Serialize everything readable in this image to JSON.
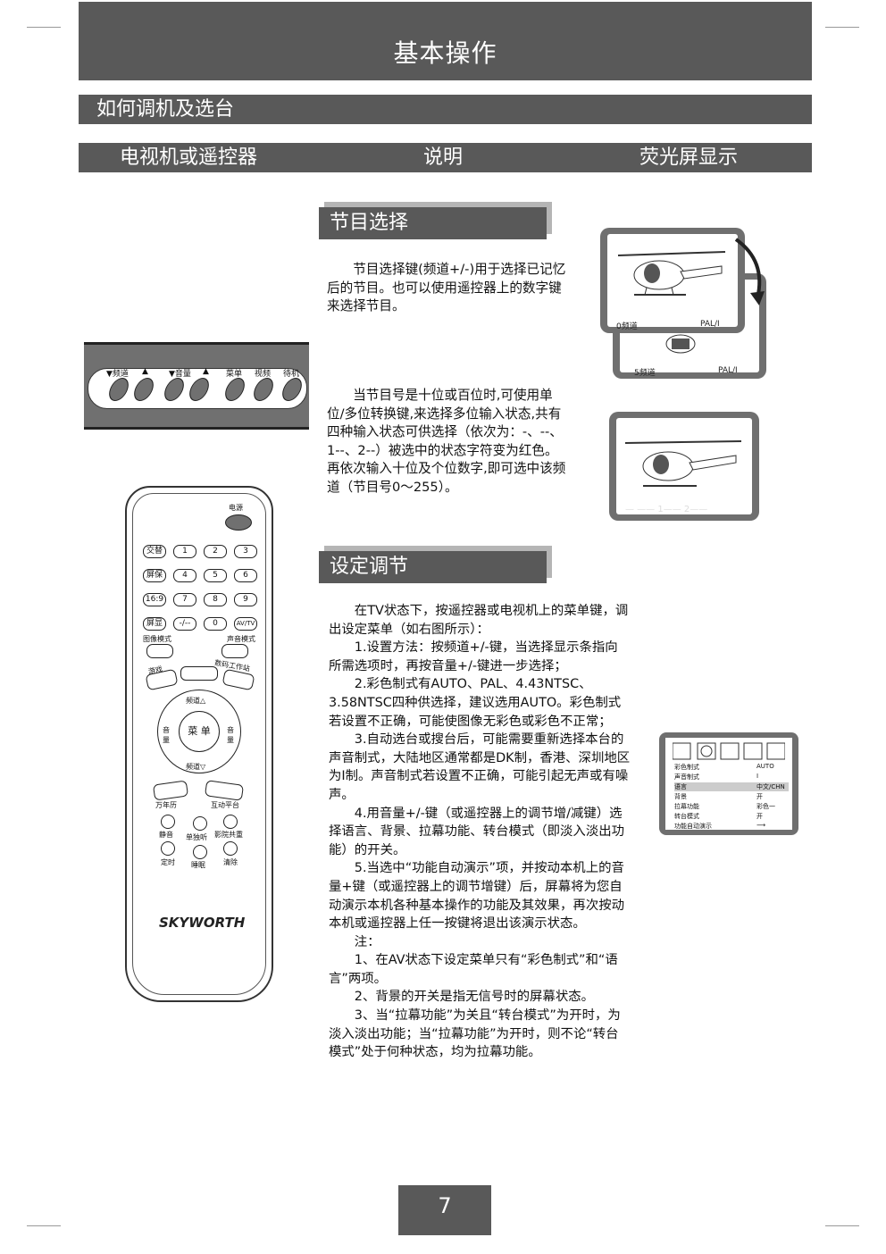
{
  "page": {
    "title": "基本操作",
    "section_title": "如何调机及选台",
    "columns": [
      "电视机或遥控器",
      "说明",
      "荧光屏显示"
    ],
    "page_number": "7"
  },
  "program_select": {
    "heading": "节目选择",
    "para1": "节目选择键(频道+/-)用于选择已记忆后的节目。也可以使用遥控器上的数字键来选择节目。",
    "para2": "当节目号是十位或百位时,可使用单位/多位转换键,来选择多位输入状态,共有四种输入状态可供选择（依次为：-、--、1--、2--）被选中的状态字符变为红色。再依次输入十位及个位数字,即可选中该频道（节目号0～255）。"
  },
  "settings": {
    "heading": "设定调节",
    "paras": [
      "在TV状态下，按遥控器或电视机上的菜单键，调出设定菜单（如右图所示）：",
      "1.设置方法：按频道+/-键，当选择显示条指向所需选项时，再按音量+/-键进一步选择；",
      "2.彩色制式有AUTO、PAL、4.43NTSC、3.58NTSC四种供选择，建议选用AUTO。彩色制式若设置不正确，可能使图像无彩色或彩色不正常；",
      "3.自动选台或搜台后，可能需要重新选择本台的声音制式，大陆地区通常都是DK制，香港、深圳地区为I制。声音制式若设置不正确，可能引起无声或有噪声。",
      "4.用音量+/-键（或遥控器上的调节增/减键）选择语言、背景、拉幕功能、转台模式（即淡入淡出功能）的开关。",
      "5.当选中“功能自动演示”项，并按动本机上的音量+键（或遥控器上的调节增键）后，屏幕将为您自动演示本机各种基本操作的功能及其效果，再次按动本机或遥控器上任一按键将退出该演示状态。"
    ],
    "note_label": "注：",
    "notes": [
      "1、在AV状态下设定菜单只有“彩色制式”和“语言”两项。",
      "2、背景的开关是指无信号时的屏幕状态。",
      "3、当“拉幕功能”为关且“转台模式”为开时，为淡入淡出功能；当“拉幕功能”为开时，则不论“转台模式”处于何种状态，均为拉幕功能。"
    ]
  },
  "tv_panel": {
    "labels": [
      "▼频道",
      "▲",
      "▼音量",
      "▲",
      "菜单",
      "视频",
      "待机"
    ]
  },
  "screens": {
    "screen1_label": "0频道",
    "screen1_sys": "PAL/I",
    "screen2_label": "5频道",
    "screen2_sys": "PAL/I",
    "screen3_digits": "—  ——  1——  2——"
  },
  "osd_menu": {
    "rows": [
      {
        "label": "彩色制式",
        "value": "AUTO"
      },
      {
        "label": "声音制式",
        "value": "I"
      },
      {
        "label": "语言",
        "value": "中文/CHN"
      },
      {
        "label": "背景",
        "value": "开"
      },
      {
        "label": "拉幕功能",
        "value": "彩色一"
      },
      {
        "label": "转台模式",
        "value": "开"
      },
      {
        "label": "功能自动演示",
        "value": "⟶"
      }
    ]
  },
  "remote": {
    "power": "电源",
    "row1": [
      "交替",
      "1",
      "2",
      "3"
    ],
    "row2": [
      "屏保",
      "4",
      "5",
      "6"
    ],
    "row3": [
      "16:9",
      "7",
      "8",
      "9"
    ],
    "row4": [
      "屏显",
      "-/--",
      "0",
      "AV/TV"
    ],
    "image_mode": "图像模式",
    "sound_mode": "声音模式",
    "game": "游戏",
    "digital": "数码工作站",
    "ch_up": "频道△",
    "ch_down": "频道▽",
    "vol_left": "音量",
    "vol_right": "音量",
    "menu": "菜 单",
    "calendar": "万年历",
    "interactive": "互动平台",
    "mute": "静音",
    "single": "单独听",
    "cinema": "影院共重",
    "timer": "定时",
    "sleep": "睡眠",
    "clear": "清除",
    "brand": "SKYWORTH"
  }
}
